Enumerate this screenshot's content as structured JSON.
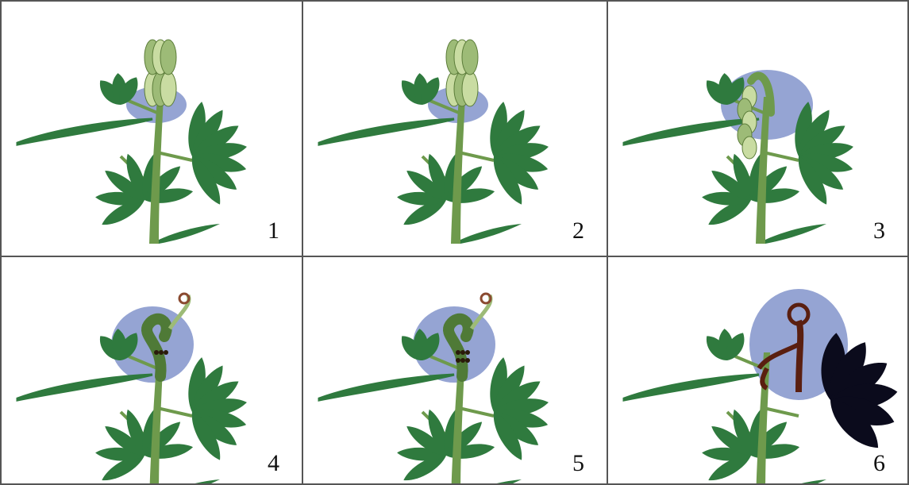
{
  "figure": {
    "panels": [
      {
        "label": "1",
        "stage": "bud-upright",
        "zone_color": "#8f9fd1"
      },
      {
        "label": "2",
        "stage": "bud-upright",
        "zone_color": "#8f9fd1"
      },
      {
        "label": "3",
        "stage": "bud-bending",
        "zone_color": "#8f9fd1"
      },
      {
        "label": "4",
        "stage": "bud-curled-spotted",
        "zone_color": "#8f9fd1"
      },
      {
        "label": "5",
        "stage": "bud-curled-more-spotted",
        "zone_color": "#8f9fd1"
      },
      {
        "label": "6",
        "stage": "wilted-dead",
        "zone_color": "#8f9fd1"
      }
    ],
    "colors": {
      "stem": "#6e9a4c",
      "leaf": "#2f7a3e",
      "leaf_dark": "#1f5a2c",
      "bud": "#9dbb77",
      "dead": "#5a1f10",
      "dead_leaf": "#0b0b1c",
      "zone": "#8f9fd1"
    }
  }
}
